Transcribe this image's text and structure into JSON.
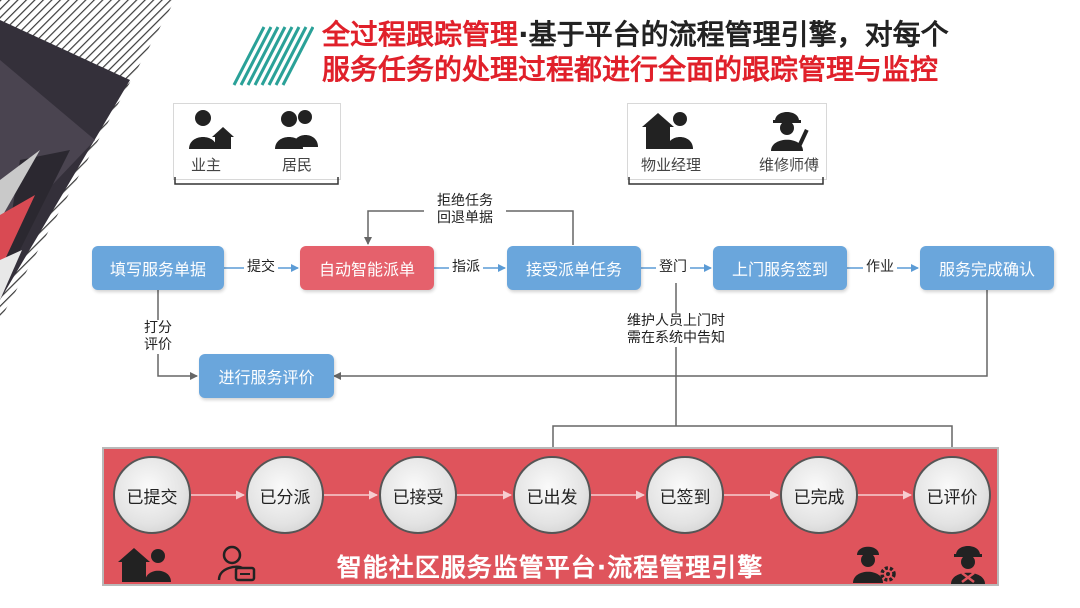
{
  "title": {
    "highlight": "全过程跟踪管理",
    "line1_rest": "·基于平台的流程管理引擎，对每个",
    "line2": "服务任务的处理过程都进行全面的跟踪管理与监控"
  },
  "left_panel": {
    "actors": [
      {
        "label": "业主",
        "icon": "owner-house-icon"
      },
      {
        "label": "居民",
        "icon": "residents-group-icon"
      }
    ]
  },
  "right_panel": {
    "actors": [
      {
        "label": "物业经理",
        "icon": "property-manager-icon"
      },
      {
        "label": "维修师傅",
        "icon": "repair-worker-icon"
      }
    ]
  },
  "flow": {
    "nodes": {
      "fill_form": "填写服务单据",
      "auto_dispatch": "自动智能派单",
      "accept_task": "接受派单任务",
      "onsite_checkin": "上门服务签到",
      "confirm_done": "服务完成确认",
      "evaluate": "进行服务评价"
    },
    "edges": {
      "submit": "提交",
      "assign": "指派",
      "visit": "登门",
      "work": "作业",
      "reject_line1": "拒绝任务",
      "reject_line2": "回退单据",
      "rate_line1": "打分",
      "rate_line2": "评价",
      "note_line1": "维护人员上门时",
      "note_line2": "需在系统中告知"
    }
  },
  "status_panel": {
    "states": [
      "已提交",
      "已分派",
      "已接受",
      "已出发",
      "已签到",
      "已完成",
      "已评价"
    ],
    "footer": "智能社区服务监管平台·流程管理引擎",
    "icons": [
      "owner-house-icon",
      "person-card-icon",
      "worker-gear-icon",
      "worker-tools-icon"
    ]
  },
  "colors": {
    "accent_red": "#e0202a",
    "node_blue": "#6aa6dc",
    "node_red": "#e5616c",
    "panel_red": "#df545c"
  }
}
